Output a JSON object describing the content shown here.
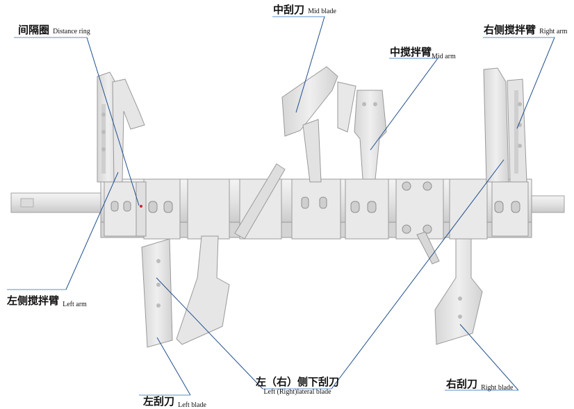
{
  "labels": {
    "distance_ring": {
      "zh": "间隔圈",
      "en": "Distance ring"
    },
    "mid_blade": {
      "zh": "中刮刀",
      "en": "Mid blade"
    },
    "mid_arm": {
      "zh": "中搅拌臂",
      "en": "Mid arm"
    },
    "right_arm": {
      "zh": "右侧搅拌臂",
      "en": "Right arm"
    },
    "left_arm": {
      "zh": "左侧搅拌臂",
      "en": "Left arm"
    },
    "left_blade": {
      "zh": "左刮刀",
      "en": "Left blade"
    },
    "lateral_blade": {
      "zh": "左（右）侧下刮刀",
      "en": "Left (Right)lateral blade"
    },
    "right_blade": {
      "zh": "右刮刀",
      "en": "Right blade"
    }
  },
  "colors": {
    "leader_line": "#1f4e8c",
    "underline": "#5b8fc8",
    "part_fill": "#e4e4e4",
    "part_stroke": "#9a9a9a",
    "part_shadow": "#c8c8c8"
  }
}
